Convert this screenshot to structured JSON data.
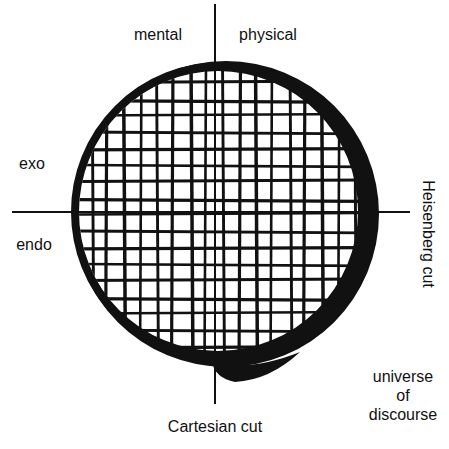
{
  "diagram": {
    "labels": [
      "mental",
      "physical",
      "exo",
      "endo",
      "Heisenberg cut",
      "universe of discourse",
      "Cartesian cut"
    ]
  }
}
